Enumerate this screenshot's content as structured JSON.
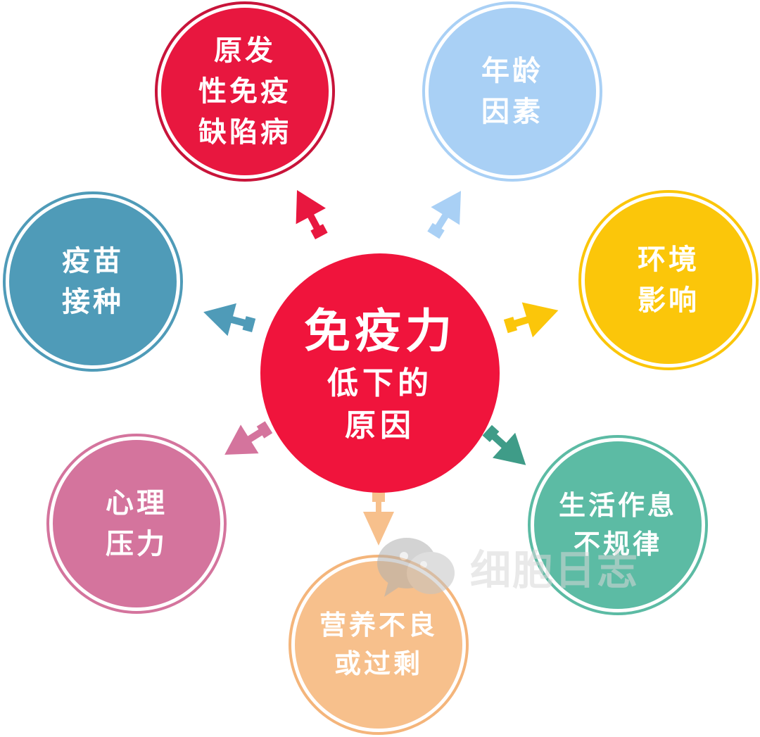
{
  "diagram": {
    "type": "radial-mindmap",
    "center": {
      "line1": "免疫力",
      "line2": "低下的",
      "line3": "原因",
      "color": "#f0143c"
    },
    "nodes": [
      {
        "id": "primary-immunodeficiency",
        "lines": [
          "原发",
          "性免疫",
          "缺陷病"
        ],
        "color": "#e8173f"
      },
      {
        "id": "age-factor",
        "lines": [
          "年龄",
          "因素"
        ],
        "color": "#a9d0f5"
      },
      {
        "id": "environment",
        "lines": [
          "环境",
          "影响"
        ],
        "color": "#fbc60a"
      },
      {
        "id": "irregular-lifestyle",
        "lines": [
          "生活作息",
          "不规律"
        ],
        "color": "#5cbba4"
      },
      {
        "id": "nutrition",
        "lines": [
          "营养不良",
          "或过剩"
        ],
        "color": "#f7c08c"
      },
      {
        "id": "psychological-stress",
        "lines": [
          "心理",
          "压力"
        ],
        "color": "#d4749d"
      },
      {
        "id": "vaccination",
        "lines": [
          "疫苗",
          "接种"
        ],
        "color": "#4f9bb8"
      }
    ]
  },
  "watermark": {
    "text": "细胞日志"
  }
}
